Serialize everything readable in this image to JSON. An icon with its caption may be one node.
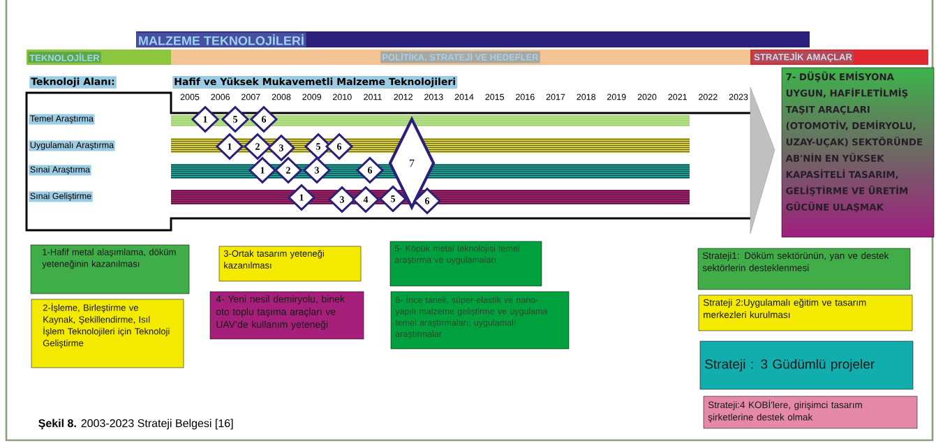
{
  "diagram": {
    "title": "MALZEME TEKNOLOJİLERİ",
    "caption": "**Şekil 8.** 2003-2023 Strateji Belgesi [16]",
    "nodes": [
      {
        "text": [
          "TEKNOLOJİLER"
        ]
      },
      {
        "text": [
          "POLİTİKA, STRATEJİ VE HEDEFLER"
        ]
      },
      {
        "text": [
          "STRATEJİK AMAÇLAR"
        ]
      },
      {
        "text": [
          "1"
        ]
      },
      {
        "text": [
          "5"
        ]
      },
      {
        "text": [
          "6"
        ]
      },
      {
        "text": [
          "1"
        ]
      },
      {
        "text": [
          "2"
        ]
      },
      {
        "text": [
          "3"
        ]
      },
      {
        "text": [
          "5"
        ]
      },
      {
        "text": [
          "6"
        ]
      },
      {
        "text": [
          "7"
        ]
      },
      {
        "text": [
          "1"
        ]
      },
      {
        "text": [
          "2"
        ]
      },
      {
        "text": [
          "3"
        ]
      },
      {
        "text": [
          "6"
        ]
      },
      {
        "text": [
          "1"
        ]
      },
      {
        "text": [
          "3"
        ]
      },
      {
        "text": [
          "4"
        ]
      },
      {
        "text": [
          "5"
        ]
      },
      {
        "text": [
          "6"
        ]
      },
      {
        "text": [
          "7- DÜŞÜK EMİSYONA UYGUN, HAFİFLETİLMİŞ TAŞIT ARAÇLARI (OTOMOTİV, DEMİRYOLU, UZAY-UÇAK) SEKTÖRÜNDE AB'NİN EN YÜKSEK KAPASİTELİ TASARIM, GELİŞTİRME VE ÜRETİM GÜCÜNE ULAŞMAK"
        ]
      },
      {
        "text": [
          "1-Hafif metal alaşımlama, döküm yeteneğinin kazanılması"
        ]
      },
      {
        "text": [
          "3-Ortak tasarım yeteneği kazanılması"
        ]
      },
      {
        "text": [
          "5- Köpük metal teknolojisi temel araştırma ve uygulamaları"
        ]
      },
      {
        "text": [
          "Strateji1: Döküm sektörünün, yan ve destek sektörlerin desteklenmesi"
        ]
      },
      {
        "text": [
          "2-İşleme, Birleştirme ve Kaynak, Şekillendirme, Isıl İşlem Teknolojileri için Teknoloji Geliştirme"
        ]
      },
      {
        "text": [
          "4- Yeni nesil demiryolu, binek oto toplu taşıma araçları ve UAV’de kullanım yeteneği"
        ]
      },
      {
        "text": [
          "6- İnce taneli, süper-elastik ve nano-yapılı malzeme geliştirme ve uygulama temel araştırmaları; uygulamalı araştırmalar"
        ]
      },
      {
        "text": [
          "Strateji 2:Uygulamalı eğitim ve tasarım merkezleri kurulması"
        ]
      },
      {
        "text": [
          "Strateji : 3 Güdümlü projeler"
        ]
      },
      {
        "text": [
          "Strateji:4 KOBİ'lere, girişimci tasarım şirketlerine destek olmak"
        ]
      }
    ],
    "labels": [
      "Teknoloji Alanı:",
      "Hafif ve Yüksek Mukavemetli Malzeme Teknolojileri",
      "2005",
      "2006",
      "2007",
      "2008",
      "2009",
      "2010",
      "2011",
      "2012",
      "2013",
      "2014",
      "2015",
      "2016",
      "2017",
      "2018",
      "2019",
      "2020",
      "2021",
      "2022",
      "2023",
      "Temel Araştırma",
      "Uygulamalı Araştırma",
      "Sınai Araştırma",
      "Sınai Geliştirme"
    ]
  }
}
